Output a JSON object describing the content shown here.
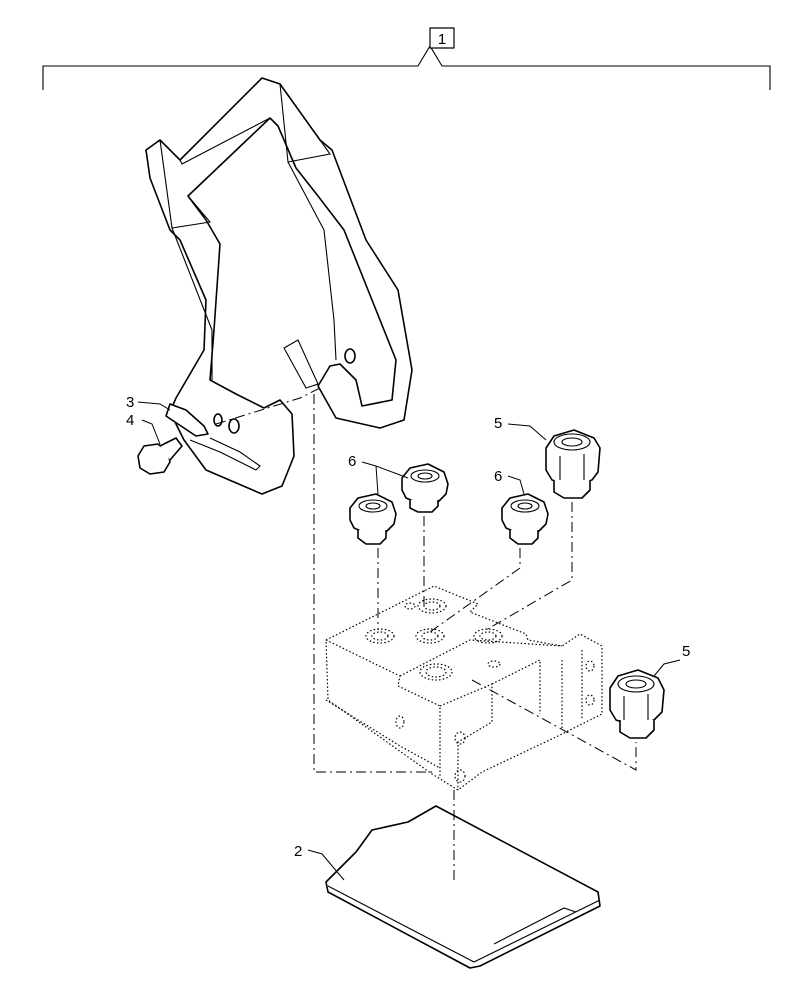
{
  "callouts": {
    "assembly": "1",
    "plate": "2",
    "washer": "3",
    "bolt": "4",
    "large_nut_top": "5",
    "large_nut_right": "5",
    "small_nut_left": "6",
    "small_nut_right": "6"
  }
}
